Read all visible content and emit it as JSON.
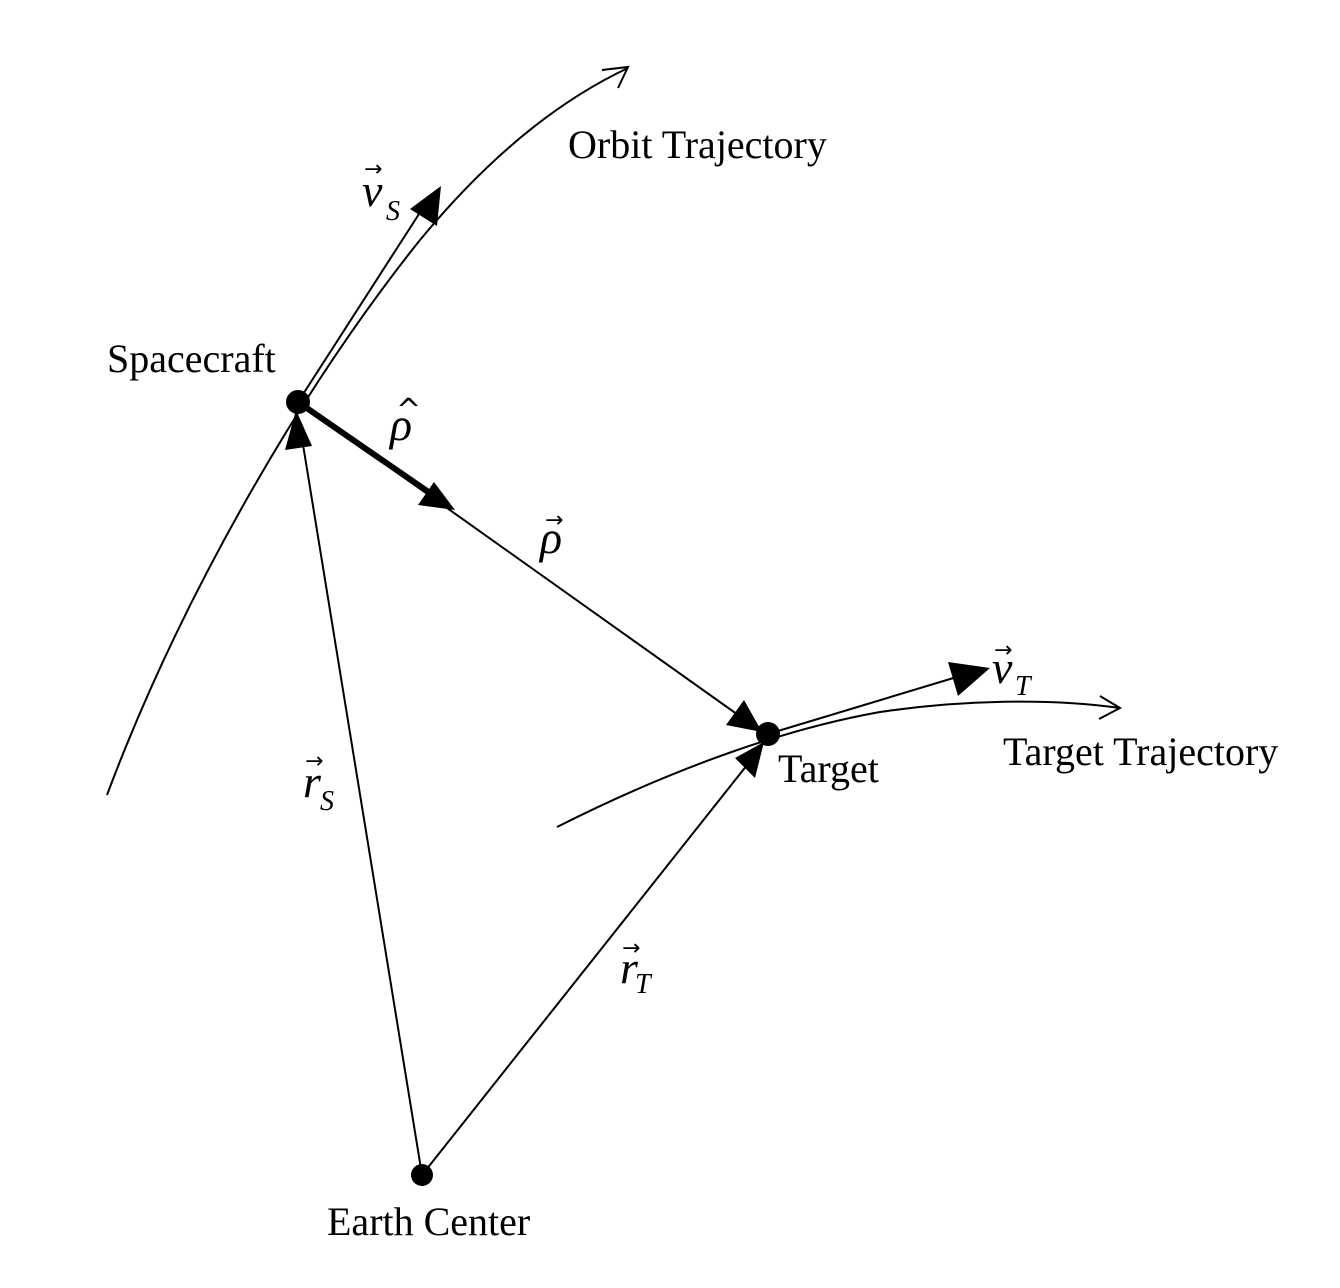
{
  "labels": {
    "orbit_trajectory": "Orbit Trajectory",
    "target_trajectory": "Target Trajectory",
    "spacecraft": "Spacecraft",
    "target": "Target",
    "earth_center": "Earth Center"
  },
  "symbols": {
    "v_s": {
      "base": "v",
      "sub": "S",
      "accent": "→"
    },
    "v_t": {
      "base": "v",
      "sub": "T",
      "accent": "→"
    },
    "r_s": {
      "base": "r",
      "sub": "S",
      "accent": "→"
    },
    "r_t": {
      "base": "r",
      "sub": "T",
      "accent": "→"
    },
    "rho_vec": {
      "base": "ρ",
      "accent": "→"
    },
    "rho_hat": {
      "base": "ρ",
      "accent": "^"
    }
  }
}
